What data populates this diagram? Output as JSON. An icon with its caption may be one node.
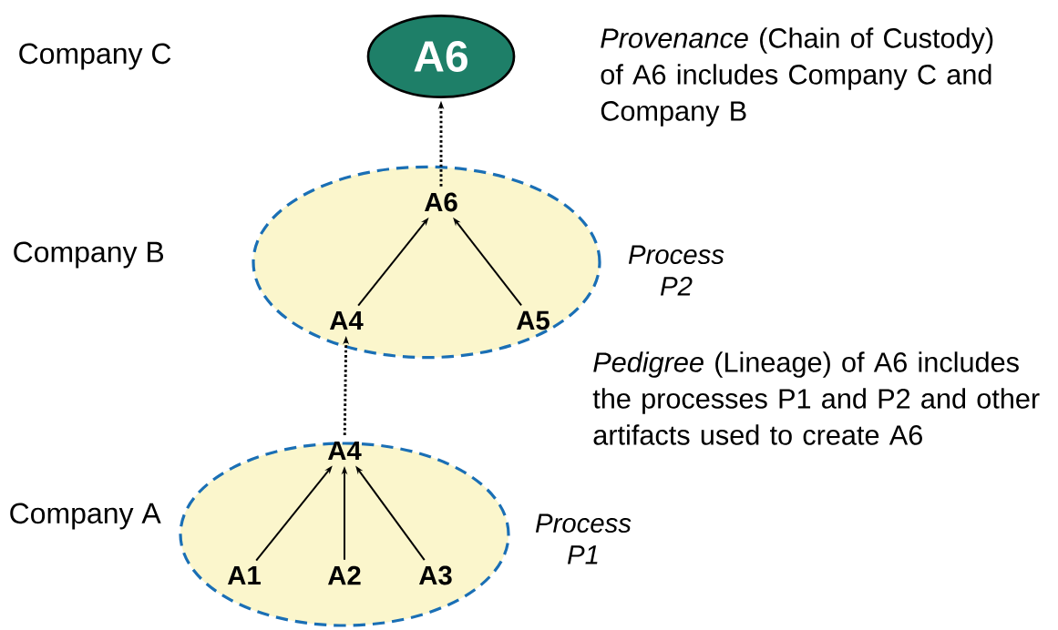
{
  "diagram": {
    "nodes": [
      {
        "text": [
          "A6"
        ]
      },
      {
        "text": [],
        "shape": "ellipse",
        "beside": [
          "Process P2"
        ]
      },
      {
        "text": [
          "A6"
        ],
        "in": 1
      },
      {
        "text": [
          "A4"
        ],
        "in": 1
      },
      {
        "text": [
          "A5"
        ],
        "in": 1
      },
      {
        "text": [],
        "shape": "ellipse",
        "beside": [
          "Process P1"
        ]
      },
      {
        "text": [
          "A4"
        ],
        "in": 5
      },
      {
        "text": [
          "A1"
        ],
        "in": 5
      },
      {
        "text": [
          "A2"
        ],
        "in": 5
      },
      {
        "text": [
          "A3"
        ],
        "in": 5
      }
    ],
    "edges": [
      {
        "from": 3,
        "to": 2,
        "arrow": "to"
      },
      {
        "from": 4,
        "to": 2,
        "arrow": "to"
      },
      {
        "from": 7,
        "to": 6,
        "arrow": "to"
      },
      {
        "from": 8,
        "to": 6,
        "arrow": "to"
      },
      {
        "from": 9,
        "to": 6,
        "arrow": "to"
      },
      {
        "from": 2,
        "to": 0,
        "arrow": "to",
        "style": "dashed"
      },
      {
        "from": 6,
        "to": 3,
        "arrow": "to",
        "style": "dashed"
      }
    ],
    "labels": [
      "Company C",
      "Company B",
      "Company A",
      "*Provenance* (Chain of Custody) of A6 includes Company C and Company B",
      "*Pedigree* (Lineage) of A6 includes the processes P1 and P2 and other artifacts used to create A6"
    ]
  }
}
